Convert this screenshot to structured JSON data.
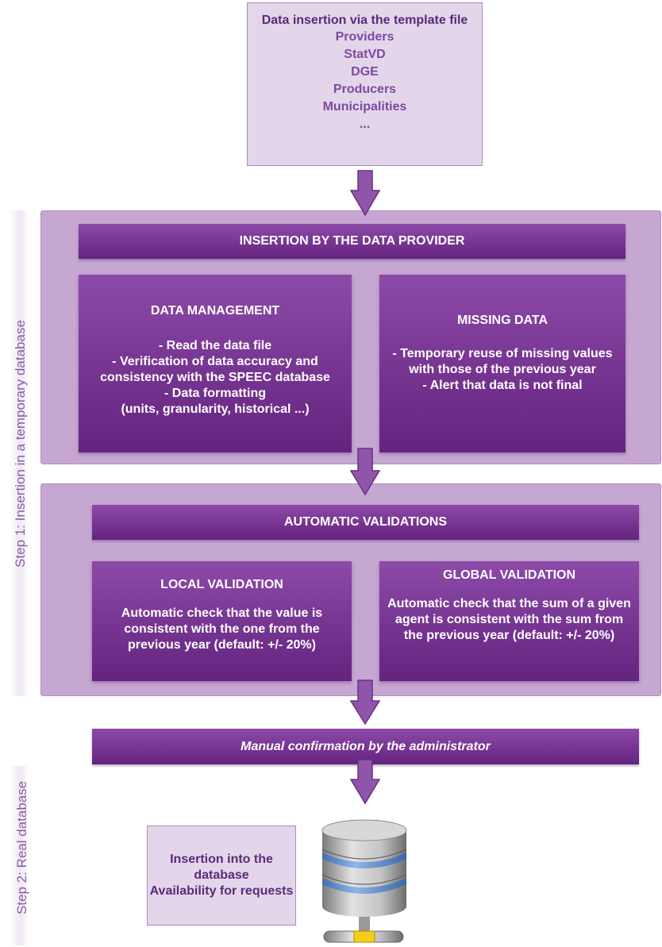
{
  "top": {
    "title": "Data insertion via the template file",
    "sources": [
      "Providers",
      "StatVD",
      "DGE",
      "Producers",
      "Municipalities",
      "..."
    ]
  },
  "step1": {
    "label": "Step 1: Insertion in a temporary database",
    "header": "INSERTION BY THE DATA PROVIDER",
    "data_management": {
      "title": "DATA MANAGEMENT",
      "lines": [
        "- Read the data file",
        "- Verification of data accuracy and consistency with the SPEEC database",
        "- Data formatting",
        "(units, granularity, historical ...)"
      ]
    },
    "missing_data": {
      "title": "MISSING DATA",
      "lines": [
        "- Temporary reuse of missing values with those of the previous year",
        "- Alert that data is not final"
      ]
    },
    "validation_header": "AUTOMATIC VALIDATIONS",
    "local_validation": {
      "title": "LOCAL VALIDATION",
      "text": "Automatic check that the value is consistent with the one from the previous year (default: +/- 20%)"
    },
    "global_validation": {
      "title": "GLOBAL VALIDATION",
      "text": "Automatic check that the sum of a given agent is consistent with the sum from the previous year (default: +/- 20%)"
    }
  },
  "confirmation": "Manual confirmation by the administrator",
  "step2": {
    "label": "Step 2: Real database",
    "lines": [
      "Insertion into the database",
      "Availability for requests"
    ]
  },
  "colors": {
    "panel": "#c5a7d2",
    "bar": "#7a3596",
    "light_box": "#e4d6ea",
    "arrow": "#8f55aa"
  }
}
